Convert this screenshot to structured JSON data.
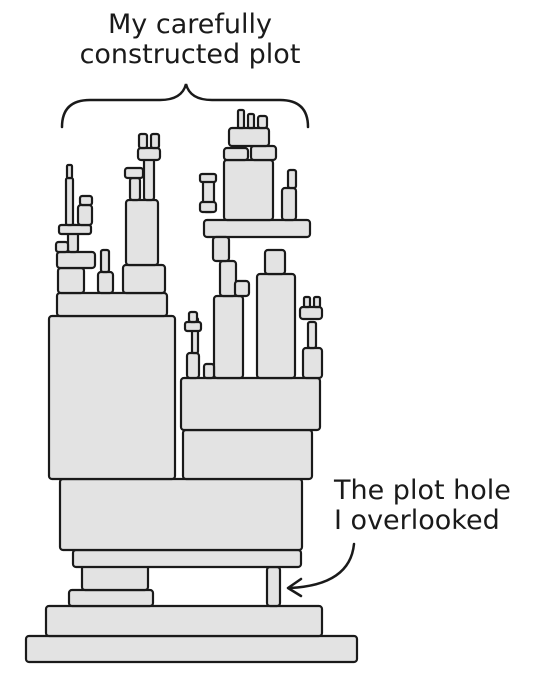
{
  "top_caption": {
    "line1": "My carefully",
    "line2": "constructed plot"
  },
  "side_caption": {
    "line1": "The plot hole",
    "line2": "I overlooked"
  },
  "colors": {
    "block_fill": "#e3e3e3",
    "line": "#1a1a1a",
    "background": "#ffffff"
  }
}
